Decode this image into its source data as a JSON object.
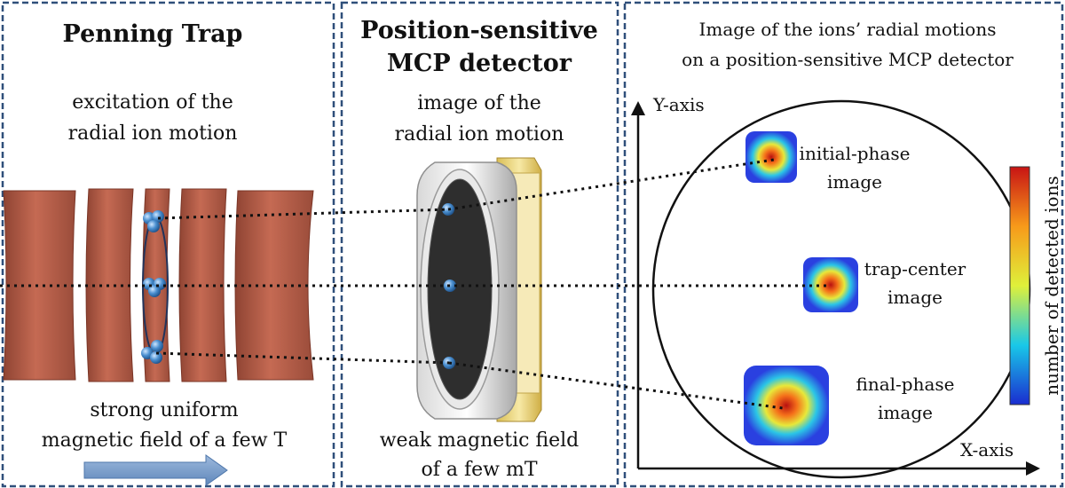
{
  "panels": {
    "trap": {
      "title": "Penning Trap",
      "subtitle_line1": "excitation of the",
      "subtitle_line2": "radial ion motion",
      "bottom_line1": "strong uniform",
      "bottom_line2": "magnetic field of a few T"
    },
    "detector": {
      "title_line1": "Position-sensitive",
      "title_line2": "MCP detector",
      "subtitle_line1": "image of the",
      "subtitle_line2": "radial ion motion",
      "bottom_line1": "weak magnetic field",
      "bottom_line2": "of a few mT"
    },
    "image": {
      "title_line1": "Image of the ions’ radial motions",
      "title_line2": "on a position-sensitive MCP detector",
      "y_axis": "Y-axis",
      "x_axis": "X-axis",
      "colorbar_label": "number of detected ions",
      "spots": [
        {
          "label_line1": "initial-phase",
          "label_line2": "image"
        },
        {
          "label_line1": "trap-center",
          "label_line2": "image"
        },
        {
          "label_line1": "final-phase",
          "label_line2": "image"
        }
      ]
    }
  },
  "colors": {
    "panel_border": "#2f4f7a",
    "electrode": "#b05a45",
    "ion": "#4a8fd0",
    "arrow": "#7fa3cf",
    "mcp_face": "#2e2e2e",
    "mcp_gold": "#f0dc8a"
  }
}
